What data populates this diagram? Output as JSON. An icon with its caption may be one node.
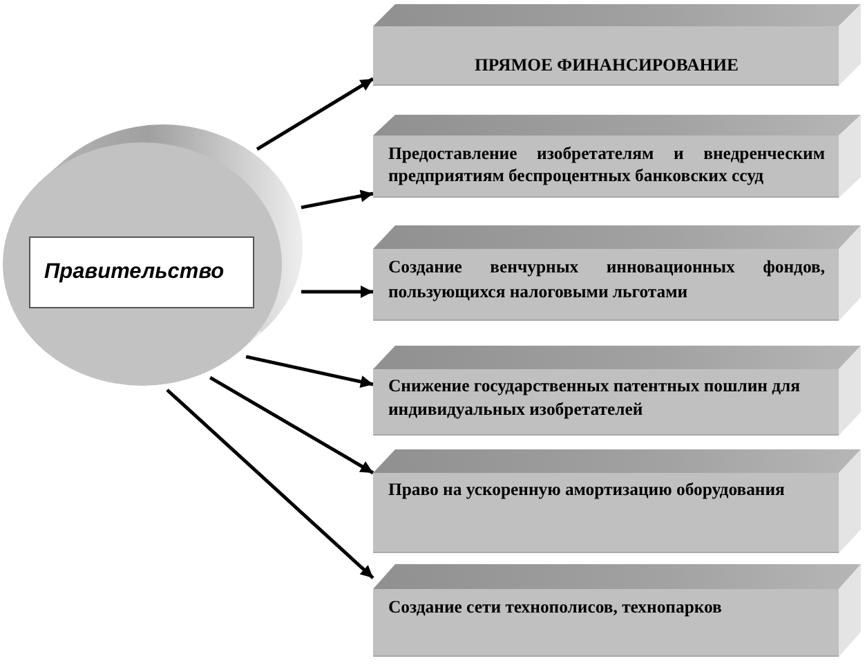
{
  "diagram": {
    "nodes": [
      {
        "text": [],
        "shape": "cylinder"
      },
      {
        "text": [
          "Правительство"
        ],
        "in": 0
      },
      {
        "text": [
          "ПРЯМОЕ ФИНАНСИРОВАНИЕ"
        ]
      },
      {
        "text": [
          "Предоставление изобретателям и внедренческим предприятиям беспроцентных банковских ссуд"
        ]
      },
      {
        "text": [
          "Создание венчурных инновационных фондов, пользующихся налоговыми льготами"
        ]
      },
      {
        "text": [
          "Снижение государственных патентных пошлин для индивидуальных изобретателей"
        ]
      },
      {
        "text": [
          "Право на ускоренную амортизацию оборудования"
        ]
      },
      {
        "text": [
          "Создание сети технополисов, технопарков"
        ]
      }
    ],
    "edges": [
      {
        "from": 0,
        "to": 2,
        "arrow": "to"
      },
      {
        "from": 0,
        "to": 3,
        "arrow": "to"
      },
      {
        "from": 0,
        "to": 4,
        "arrow": "to"
      },
      {
        "from": 0,
        "to": 5,
        "arrow": "to"
      },
      {
        "from": 0,
        "to": 6,
        "arrow": "to"
      },
      {
        "from": 0,
        "to": 7,
        "arrow": "to"
      }
    ]
  }
}
